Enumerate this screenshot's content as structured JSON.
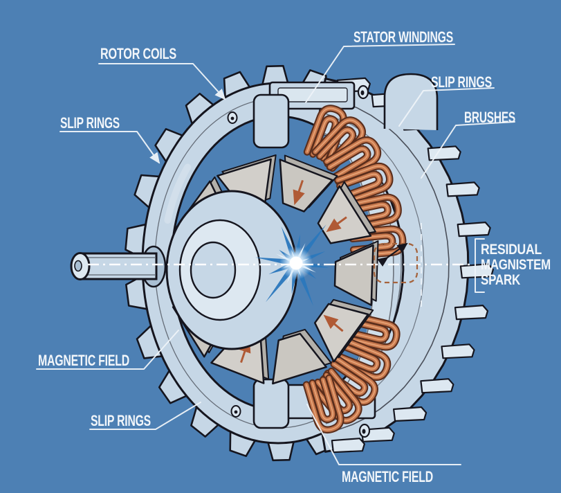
{
  "diagram_subject": "Electric motor cross-section illustration",
  "labels": {
    "rotor_coils": "ROTOR COILS",
    "stator_windings": "STATOR WINDINGS",
    "slip_rings_top_right": "SLIP RINGS",
    "brushes": "BRUSHES",
    "slip_rings_left": "SLIP RINGS",
    "residual_line1": "RESIDUAL",
    "residual_line2": "MAGNISTEM",
    "residual_line3": "SPARK",
    "magnetic_field_left": "MAGNETIC FIELD",
    "slip_rings_bottom": "SLIP RINGS",
    "magnetic_field_bottom": "MAGNETIC FIELD"
  },
  "colors": {
    "background": "#4d80b4",
    "outline": "#15151e",
    "body": "#c6d7e6",
    "body_light": "#dde8f1",
    "body_shade": "#a9bfd3",
    "core_band": "#cfdeea",
    "copper": "#c8794e",
    "copper_dark": "#5b2e1c",
    "copper_light": "#eaa97c",
    "pole": "#d2cfca",
    "pole_shade": "#b3b0aa",
    "pole_arrow": "#b05a35",
    "spark_blue": "#2a77bd",
    "label_text": "#f2f6fa",
    "leader": "#edf3f8",
    "dash_orange": "#a5633c"
  }
}
